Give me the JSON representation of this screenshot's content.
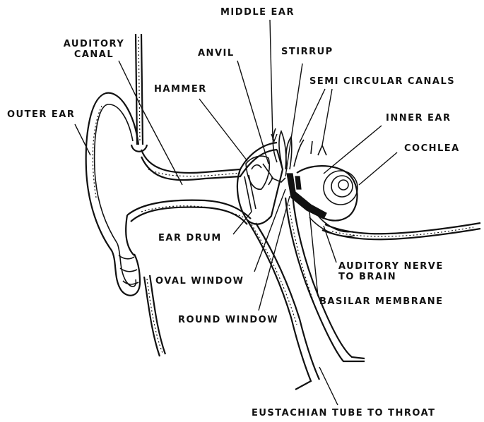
{
  "labels": {
    "middle_ear": "MIDDLE EAR",
    "auditory_canal": "AUDITORY\nCANAL",
    "anvil": "ANVIL",
    "stirrup": "STIRRUP",
    "semi_circular_canals": "SEMI CIRCULAR CANALS",
    "hammer": "HAMMER",
    "outer_ear": "OUTER EAR",
    "inner_ear": "INNER EAR",
    "cochlea": "COCHLEA",
    "ear_drum": "EAR DRUM",
    "auditory_nerve": "AUDITORY NERVE\nTO BRAIN",
    "oval_window": "OVAL WINDOW",
    "basilar_membrane": "BASILAR MEMBRANE",
    "round_window": "ROUND WINDOW",
    "eustachian_tube": "EUSTACHIAN TUBE TO THROAT"
  },
  "colors": {
    "ink": "#111111",
    "paper": "#ffffff"
  }
}
